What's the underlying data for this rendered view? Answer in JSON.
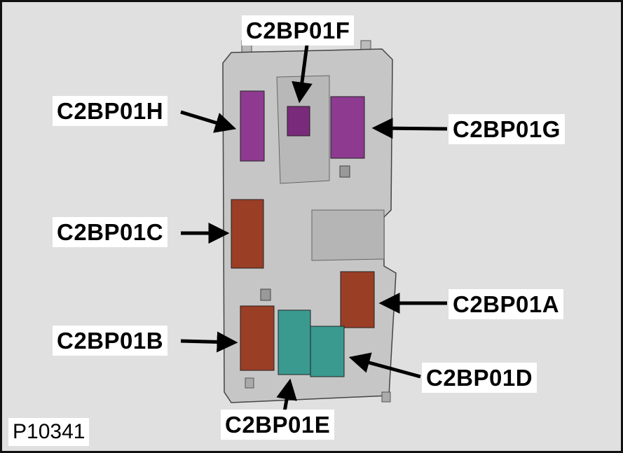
{
  "figure_id": "P10341",
  "connectors": [
    {
      "id": "C2BP01F",
      "label": "C2BP01F",
      "color": "#7a2a7a"
    },
    {
      "id": "C2BP01H",
      "label": "C2BP01H",
      "color": "#8e3a90"
    },
    {
      "id": "C2BP01G",
      "label": "C2BP01G",
      "color": "#8e3a90"
    },
    {
      "id": "C2BP01C",
      "label": "C2BP01C",
      "color": "#9a3e26"
    },
    {
      "id": "C2BP01A",
      "label": "C2BP01A",
      "color": "#9a3e26"
    },
    {
      "id": "C2BP01B",
      "label": "C2BP01B",
      "color": "#9a3e26"
    },
    {
      "id": "C2BP01D",
      "label": "C2BP01D",
      "color": "#3a9a90"
    },
    {
      "id": "C2BP01E",
      "label": "C2BP01E",
      "color": "#3a9a90"
    }
  ]
}
